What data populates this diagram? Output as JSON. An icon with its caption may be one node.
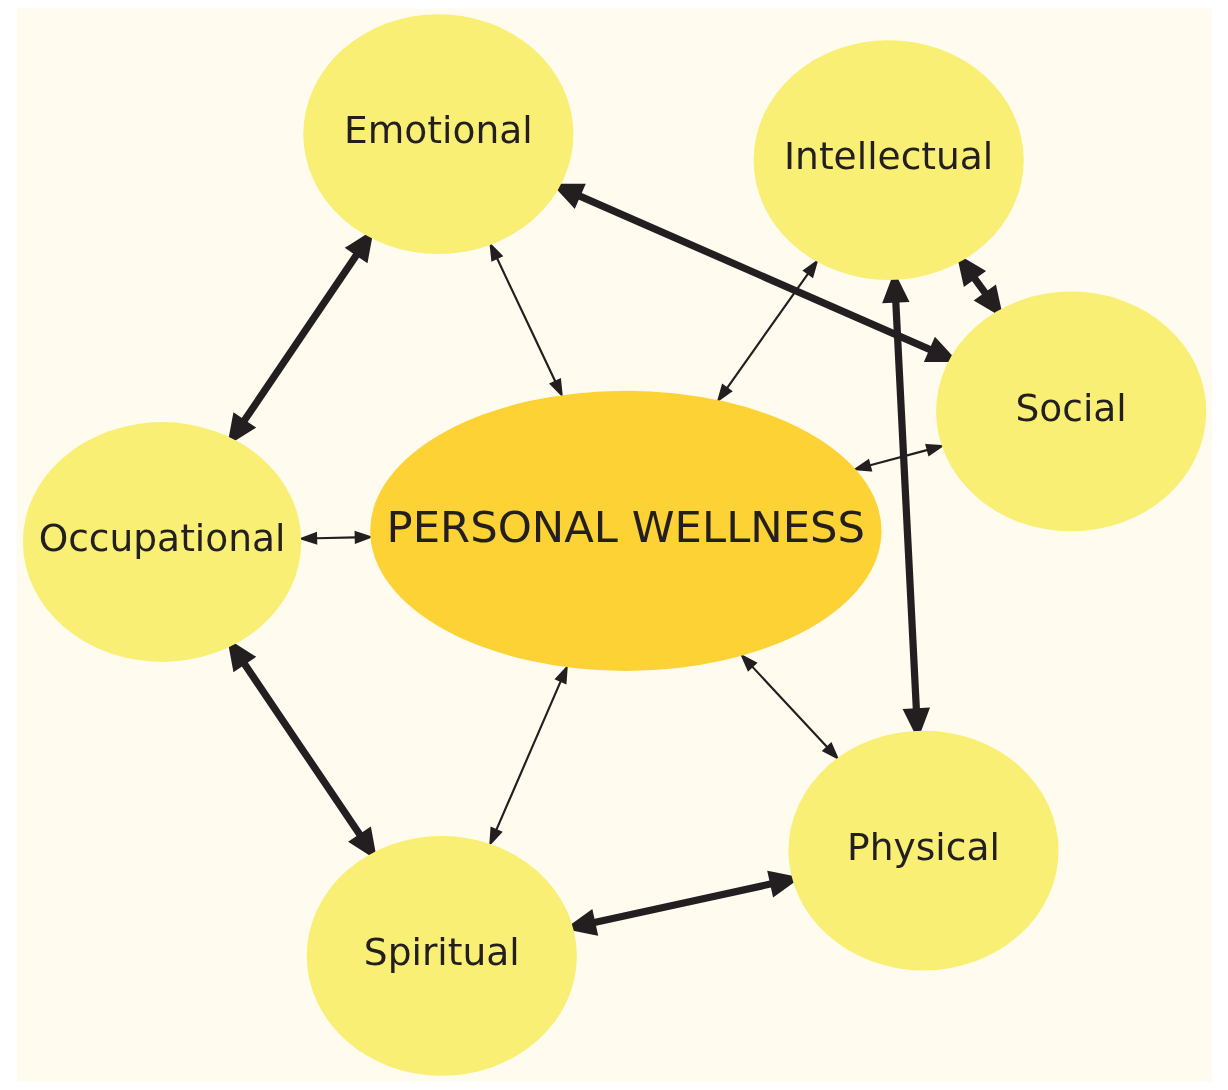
{
  "diagram": {
    "nodes": [
      {
        "text": [
          "Intellectual"
        ]
      },
      {
        "text": [
          "Social"
        ]
      },
      {
        "text": [
          "Physical"
        ]
      },
      {
        "text": [
          "PERSONAL WELLNESS"
        ]
      },
      {
        "text": [
          "Emotional"
        ]
      },
      {
        "text": [
          "Spiritual"
        ]
      },
      {
        "text": [
          "Occupational"
        ]
      }
    ],
    "edges": [
      {
        "from": 0,
        "to": 1,
        "arrow": "both",
        "style": "thick"
      },
      {
        "from": 1,
        "to": 4,
        "arrow": "both",
        "style": "thick"
      },
      {
        "from": 4,
        "to": 6,
        "arrow": "both",
        "style": "thick"
      },
      {
        "from": 6,
        "to": 5,
        "arrow": "both",
        "style": "thick"
      },
      {
        "from": 5,
        "to": 2,
        "arrow": "both",
        "style": "thick"
      },
      {
        "from": 2,
        "to": 0,
        "arrow": "both",
        "style": "thick"
      },
      {
        "from": 3,
        "to": 0,
        "arrow": "both"
      },
      {
        "from": 3,
        "to": 1,
        "arrow": "both"
      },
      {
        "from": 3,
        "to": 4,
        "arrow": "both"
      },
      {
        "from": 3,
        "to": 6,
        "arrow": "both"
      },
      {
        "from": 3,
        "to": 5,
        "arrow": "both"
      },
      {
        "from": 3,
        "to": 2,
        "arrow": "both"
      }
    ]
  }
}
